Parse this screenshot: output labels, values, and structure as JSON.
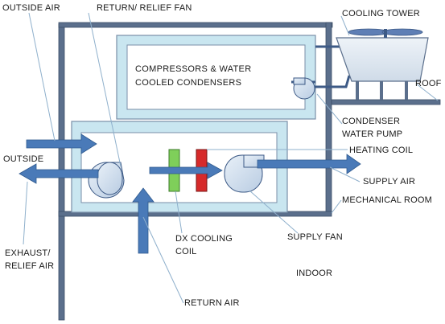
{
  "labels": {
    "outside_air": "OUTSIDE AIR",
    "return_relief_fan": "RETURN/ RELIEF FAN",
    "cooling_tower": "COOLING TOWER",
    "compressors_line1": "COMPRESSORS & WATER",
    "compressors_line2": "COOLED CONDENSERS",
    "roof": "ROOF",
    "condenser_pump_line1": "CONDENSER",
    "condenser_pump_line2": "WATER PUMP",
    "outside": "OUTSIDE",
    "heating_coil": "HEATING COIL",
    "supply_air": "SUPPLY AIR",
    "mechanical_room": "MECHANICAL ROOM",
    "dx_cooling_line1": "DX COOLING",
    "dx_cooling_line2": "COIL",
    "supply_fan": "SUPPLY FAN",
    "exhaust_line1": "EXHAUST/",
    "exhaust_line2": "RELIEF AIR",
    "indoor": "INDOOR",
    "return_air": "RETURN AIR"
  },
  "colors": {
    "wall": "#5b6f8c",
    "ahu_fill": "#c9e6f0",
    "arrow": "#4a7ab8",
    "dx_coil": "#7fcf5a",
    "heating_coil": "#d62a2a",
    "leader": "#8fb0cc"
  }
}
